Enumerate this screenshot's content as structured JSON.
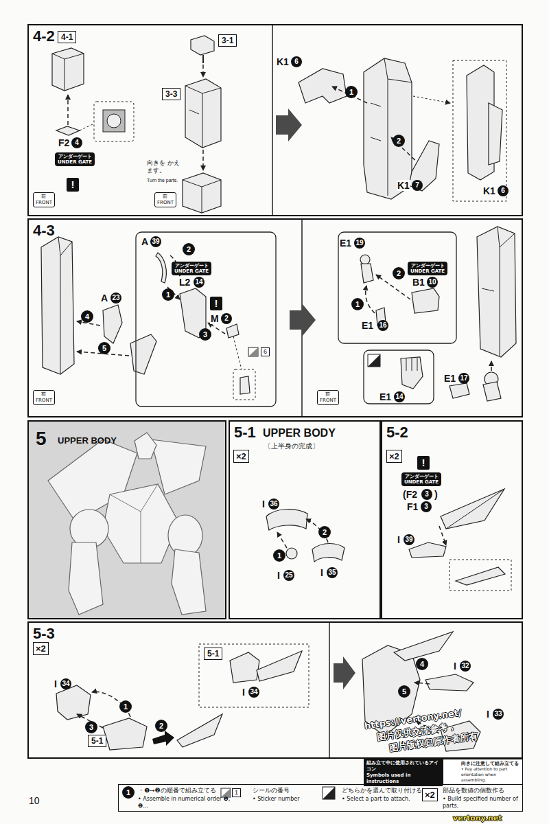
{
  "diagram": {
    "nodes": [
      {
        "text": [
          "4-2"
        ]
      },
      {
        "text": [
          "4-1"
        ],
        "in": 0
      },
      {
        "text": [
          "アンダーゲート",
          "UNDER GATE"
        ],
        "in": 0
      },
      {
        "text": [
          "前",
          "FRONT"
        ],
        "in": 0
      },
      {
        "text": [
          "3-1"
        ],
        "in": 0
      },
      {
        "text": [
          "3-3"
        ],
        "in": 0
      },
      {
        "text": [
          "前",
          "FRONT"
        ],
        "in": 0
      },
      {
        "text": [
          "4-3"
        ]
      },
      {
        "text": [
          "前",
          "FRONT"
        ],
        "in": 7
      },
      {
        "text": [
          "アンダーゲート",
          "UNDER GATE"
        ],
        "in": 7
      },
      {
        "text": [
          "アンダーゲート",
          "UNDER GATE"
        ],
        "in": 7
      },
      {
        "text": [
          "前",
          "FRONT"
        ],
        "in": 7
      },
      {
        "text": [
          "5",
          "UPPER BODY"
        ]
      },
      {
        "text": [
          "5-1",
          "UPPER BODY",
          "〔上半身の完成〕"
        ]
      },
      {
        "text": [
          "×2"
        ],
        "in": 13
      },
      {
        "text": [
          "5-2"
        ]
      },
      {
        "text": [
          "×2"
        ],
        "in": 15
      },
      {
        "text": [
          "アンダーゲート",
          "UNDER GATE"
        ],
        "in": 15
      },
      {
        "text": [
          "5-3"
        ]
      },
      {
        "text": [
          "×2"
        ],
        "in": 18
      },
      {
        "text": [
          "5-1"
        ],
        "in": 18
      },
      {
        "text": [
          "5-1"
        ],
        "in": 18
      },
      {
        "text": [
          "組み立て中に使用されているアイコン",
          "Symbols used in instructions"
        ]
      },
      {
        "text": [
          "向きに注意して組み立てる",
          "• Pay attention to part orientation when assembling."
        ]
      },
      {
        "text": [
          "・❶→❷の順番で組み立てる",
          "• Assemble in numerical order ❶, ❷...",
          "シールの番号",
          "• Sticker number",
          "どちらかを選んで取り付ける",
          "• Select a part to attach.",
          "部品を数値の個数作る",
          "• Build specified number of parts."
        ]
      },
      {
        "text": [
          "×2"
        ],
        "in": 24
      }
    ],
    "labels": [
      "F2",
      "4",
      "!",
      "向きを かえます。",
      "Turn the parts.",
      "K1",
      "6",
      "1",
      "2",
      "K1",
      "7",
      "K1",
      "6",
      "A",
      "23",
      "4",
      "5",
      "A",
      "39",
      "2",
      "1",
      "L2",
      "14",
      "!",
      "M",
      "2",
      "3",
      "6",
      "E1",
      "19",
      "2",
      "B1",
      "10",
      "1",
      "E1",
      "16",
      "E1",
      "17",
      "E1",
      "14",
      "I",
      "36",
      "2",
      "1",
      "I",
      "25",
      "I",
      "35",
      "!",
      "(F2",
      "3",
      ")",
      "F1",
      "3",
      "I",
      "39",
      "I",
      "34",
      "I",
      "34",
      "1",
      "2",
      "3",
      "4",
      "I",
      "32",
      "5",
      "I",
      "33",
      "10",
      "1",
      "https://vertony.net/",
      "图片仅供交流参考，",
      "图片版权归原作者所有",
      "vertony.net",
      "1"
    ]
  }
}
